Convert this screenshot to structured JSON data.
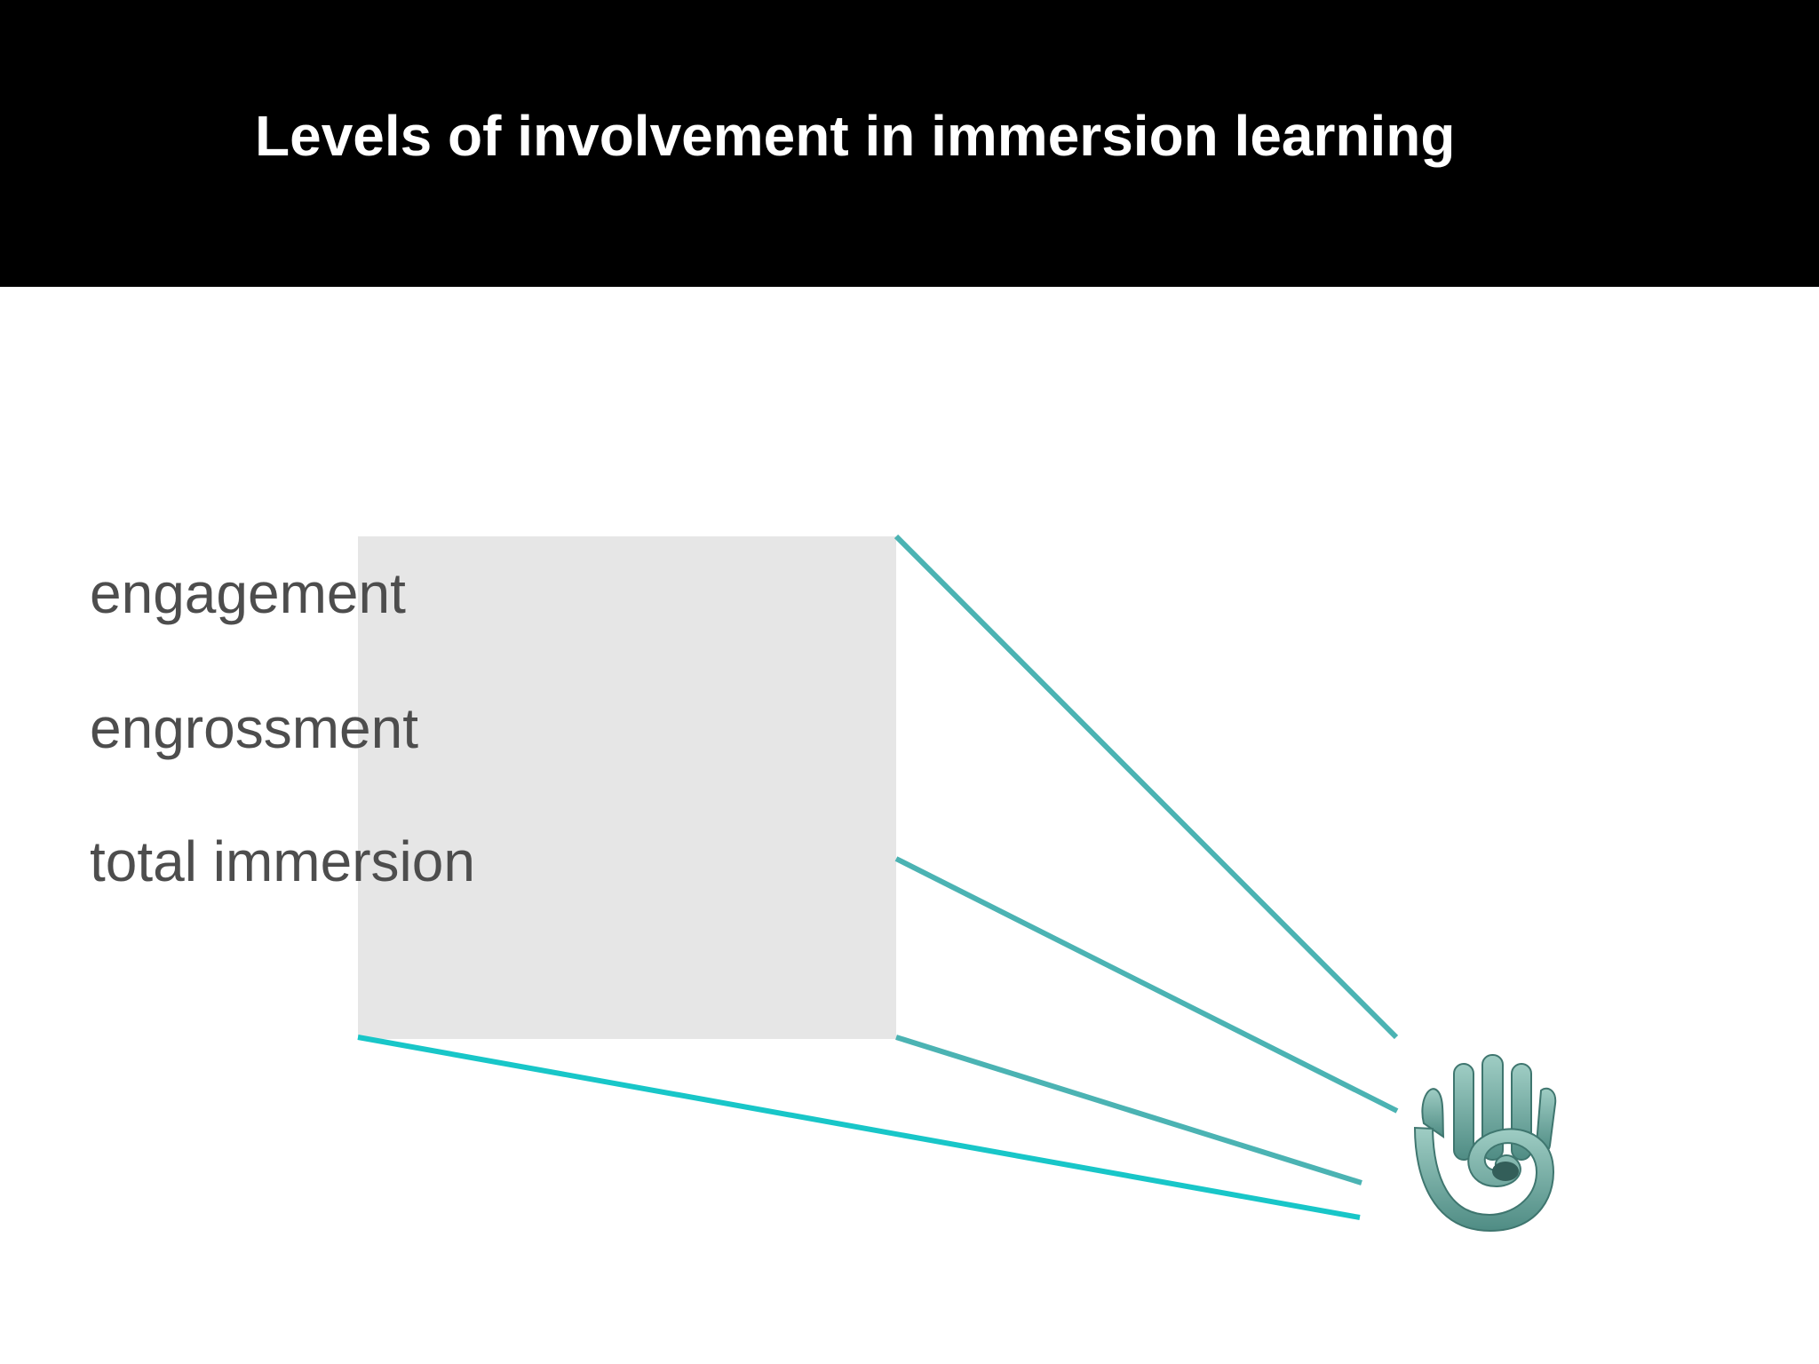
{
  "slide": {
    "title": "Levels of involvement in immersion learning"
  },
  "levels": [
    {
      "label": "engagement"
    },
    {
      "label": "engrossment"
    },
    {
      "label": "total immersion"
    }
  ],
  "colors": {
    "title_bar": "#000000",
    "title_text": "#ffffff",
    "box_fill": "#e6e6e6",
    "level_text": "#4d4d4d",
    "connector": "#4bb3b3",
    "connector_bottom": "#18c6c8",
    "logo": "#5f9f96"
  },
  "icons": {
    "logo": "hand-eye-logo-icon"
  }
}
